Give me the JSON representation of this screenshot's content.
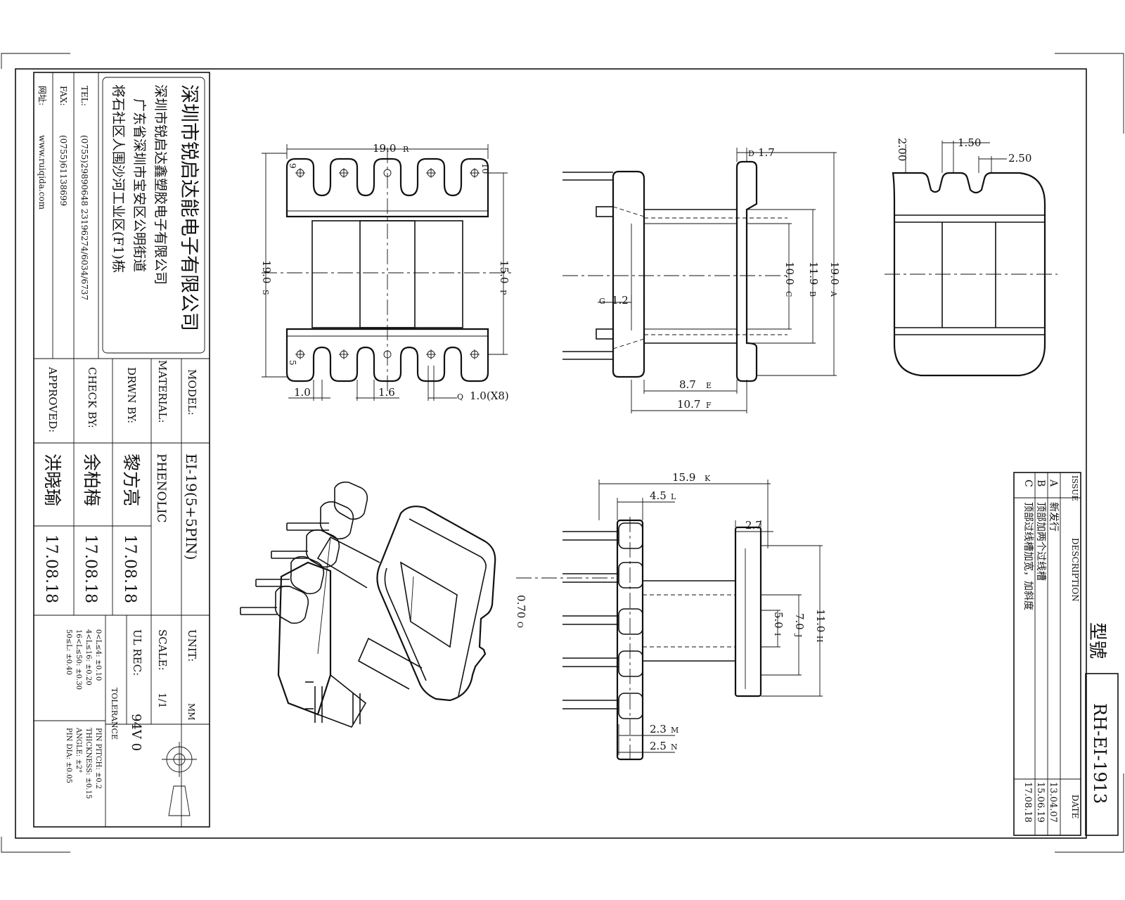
{
  "company": {
    "name": "深圳市锐启达能电子有限公司",
    "factory": "深圳市锐启达鑫塑胶电子有限公司",
    "addr1": "广东省深圳市宝安区公明街道",
    "addr2": "将石社区人围沙河工业区(F1)栋",
    "tel_label": "TEL:",
    "tel": "(0755)29890648 23196274/6034/6737",
    "fax_label": "FAX:",
    "fax": "(0755)61138699",
    "web_label": "网址:",
    "web": "www.ruiqida.com"
  },
  "titleblock": {
    "model_label": "MODEL:",
    "model": "EI-19(5+5PIN)",
    "material_label": "MATERIAL:",
    "material": "PHENOLIC",
    "drwn_label": "DRWN BY:",
    "drwn_name": "黎方亮",
    "drwn_date": "17.08.18",
    "check_label": "CHECK BY:",
    "check_name": "余柏梅",
    "check_date": "17.08.18",
    "approved_label": "APPROVED:",
    "approved_name": "洪晓瑜",
    "approved_date": "17.08.18",
    "unit_label": "UNIT:",
    "unit": "MM",
    "scale_label": "SCALE:",
    "scale": "1/1",
    "ul_label": "UL REC:",
    "ul": "94V 0",
    "tol_label": "TOLERANCE",
    "tol": [
      "0<L≤4: ±0.10",
      "4<L≤16: ±0.20",
      "16<L≤50: ±0.30",
      "50≤L: ±0.40"
    ],
    "tol2": [
      "PIN PITCH: ±0.2",
      "THICKNESS: ±0.15",
      "ANGLE: ±2°",
      "PIN DIA: ±0.05"
    ]
  },
  "revisions": {
    "issue_label": "ISSUE",
    "desc_label": "DESCRIPTION",
    "date_label": "DATE",
    "rows": [
      {
        "issue": "A",
        "desc": "新发行",
        "date": "13.04.07"
      },
      {
        "issue": "B",
        "desc": "顶部加两个过线槽",
        "date": "15.06.19"
      },
      {
        "issue": "C",
        "desc": "顶部过线槽加宽，加斜度",
        "date": "17.08.18"
      }
    ]
  },
  "drawing_no": {
    "label": "型號",
    "value": "RH-EI-1913"
  },
  "dims": {
    "top_19": "19.0",
    "top_19_tag": "R",
    "left_19": "19.0",
    "left_19_tag": "S",
    "right_15": "15.0",
    "right_15_tag": "P",
    "d10": "10",
    "d9": "9",
    "d5": "5",
    "bot_1_0": "1.0",
    "bot_1_6": "1.6",
    "pin_dia": "1.0(X8)",
    "pin_dia_tag": "Q",
    "s_1_7": "1.7",
    "s_1_7_tag": "D",
    "s_1_2": "1.2",
    "s_1_2_tag": "G",
    "s_10_0": "10.0",
    "s_10_0_tag": "C",
    "s_11_9": "11.9",
    "s_11_9_tag": "B",
    "s_19_0": "19.0",
    "s_19_0_tag": "A",
    "s_8_7": "8.7",
    "s_8_7_tag": "E",
    "s_10_7": "10.7",
    "s_10_7_tag": "F",
    "r_2_00": "2.00",
    "r_1_50": "1.50",
    "r_2_50": "2.50",
    "b_15_9": "15.9",
    "b_15_9_tag": "K",
    "b_4_5": "4.5",
    "b_4_5_tag": "L",
    "b_2_7": "2.7",
    "b_0_7": "0.70",
    "b_0_7_tag": "O",
    "b_5_0": "5.0",
    "b_5_0_tag": "I",
    "b_7_0": "7.0",
    "b_7_0_tag": "J",
    "b_11_0": "11.0",
    "b_11_0_tag": "H",
    "b_2_3": "2.3",
    "b_2_3_tag": "M",
    "b_2_5": "2.5",
    "b_2_5_tag": "N"
  }
}
